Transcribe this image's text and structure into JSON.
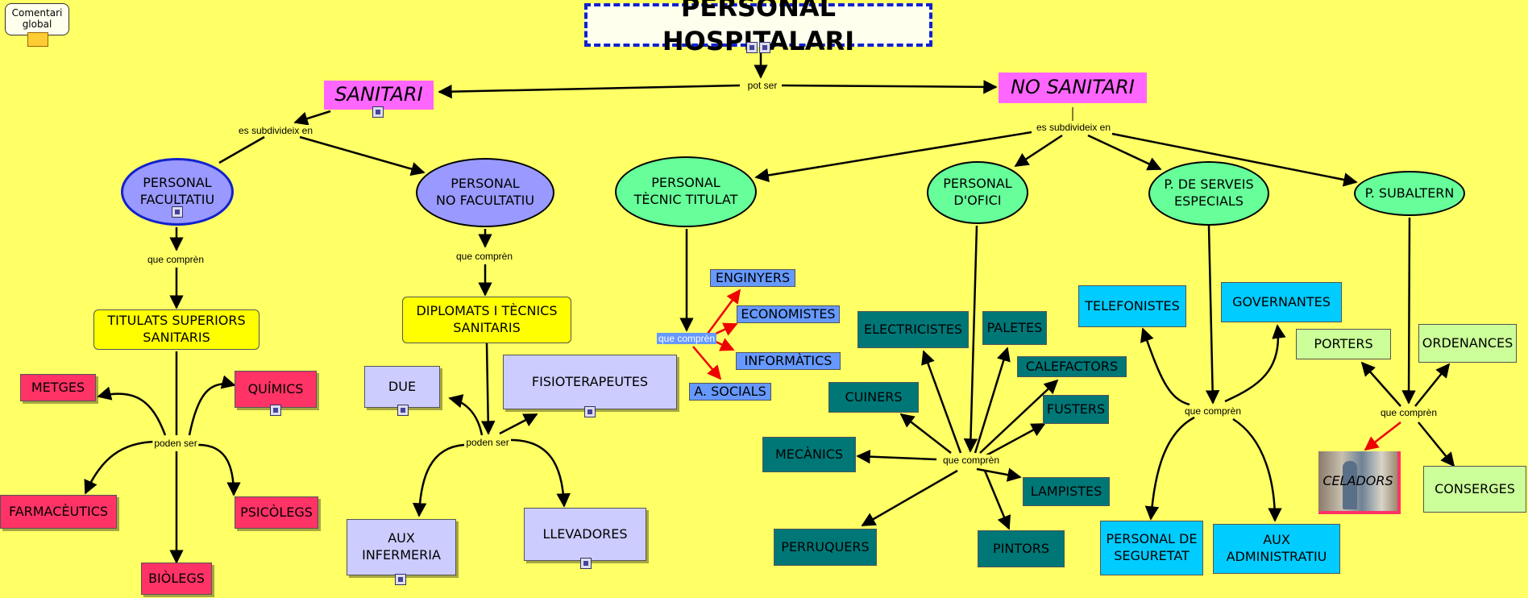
{
  "comment": {
    "line1": "Comentari",
    "line2": "global"
  },
  "title": "PERSONAL HOSPITALARI",
  "link_labels": {
    "pot_ser": "pot ser",
    "es_sub_left": "es subdivideix en",
    "es_sub_right": "es subdivideix en",
    "que_compren_fac": "que comprèn",
    "que_compren_nofac": "que comprèn",
    "poden_ser_fac": "poden ser",
    "poden_ser_nofac": "poden ser",
    "que_compren_tec": "que comprèn",
    "que_compren_ofici": "que comprèn",
    "que_compren_serv": "que comprèn",
    "que_compren_sub": "que comprèn"
  },
  "nodes": {
    "sanitari": "SANITARI",
    "no_sanitari": "NO SANITARI",
    "facultatiu": "PERSONAL\nFACULTATIU",
    "no_facultatiu": "PERSONAL\nNO FACULTATIU",
    "tecnic": "PERSONAL\nTÈCNIC TITULAT",
    "ofici": "PERSONAL\nD'OFICI",
    "serveis": "P. DE SERVEIS\nESPECIALS",
    "subaltern": "P. SUBALTERN",
    "titulats": "TITULATS SUPERIORS\nSANITARIS",
    "diplomats": "DIPLOMATS I TÈCNICS\nSANITARIS",
    "metges": "METGES",
    "quimics": "QUÍMICS",
    "farmaceutics": "FARMACÈUTICS",
    "psicolegs": "PSICÒLEGS",
    "biolegs": "BIÒLEGS",
    "due": "DUE",
    "fisioterapeutes": "FISIOTERAPEUTES",
    "aux_infermeria": "AUX\nINFERMERIA",
    "llevadores": "LLEVADORES",
    "enginyers": "ENGINYERS",
    "economistes": "ECONOMISTES",
    "informatics": "INFORMÀTICS",
    "socials": "A. SOCIALS",
    "electricistes": "ELECTRICISTES",
    "paletes": "PALETES",
    "calefactors": "CALEFACTORS",
    "cuiners": "CUINERS",
    "fusters": "FUSTERS",
    "mecanics": "MECÀNICS",
    "lampistes": "LAMPISTES",
    "perruquers": "PERRUQUERS",
    "pintors": "PINTORS",
    "telefonistes": "TELEFONISTES",
    "governantes": "GOVERNANTES",
    "seguretat": "PERSONAL DE\nSEGURETAT",
    "aux_admin": "AUX\nADMINISTRATIU",
    "porters": "PORTERS",
    "ordenances": "ORDENANCES",
    "celadors": "CELADORS",
    "conserges": "CONSERGES"
  },
  "colors": {
    "background": "#ffff66",
    "pink": "#ff66ff",
    "facultatiu": "#9999ff",
    "green_ellipse": "#66ff99",
    "yellow_box": "#ffff00",
    "red_box": "#ff3366",
    "lavender_box": "#ccccff",
    "blue_box": "#6699ff",
    "teal_box": "#007777",
    "cyan_box": "#00ccff",
    "pale_green_box": "#ccff99"
  }
}
